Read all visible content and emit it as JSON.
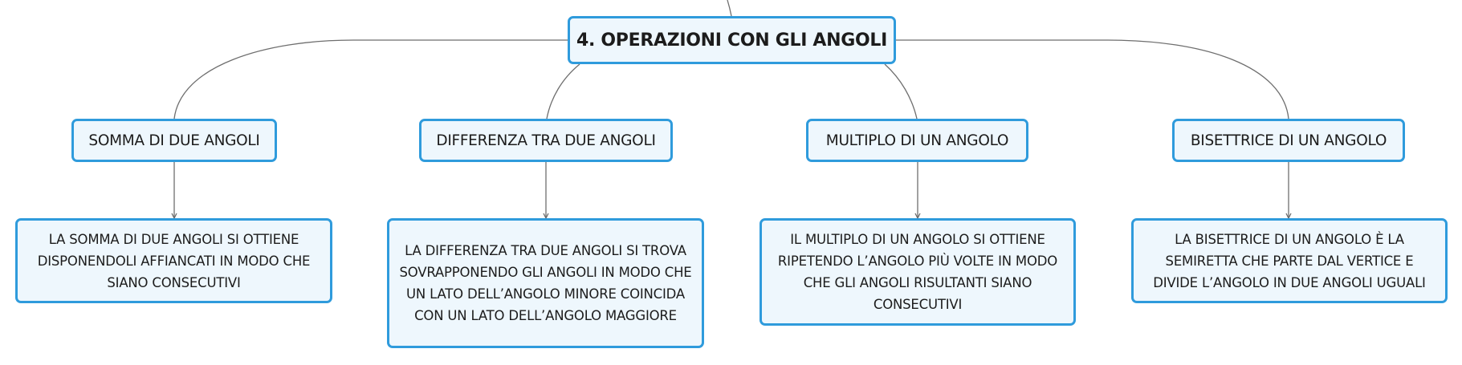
{
  "root": {
    "title": "4. OPERAZIONI CON GLI ANGOLI"
  },
  "branches": [
    {
      "label": "SOMMA DI DUE ANGOLI",
      "description": "LA SOMMA DI DUE ANGOLI SI OTTIENE DISPONENDOLI AFFIANCATI IN MODO CHE SIANO CONSECUTIVI"
    },
    {
      "label": "DIFFERENZA TRA DUE ANGOLI",
      "description": "LA DIFFERENZA TRA DUE ANGOLI SI TROVA SOVRAPPONENDO GLI ANGOLI IN MODO CHE UN LATO DELL’ANGOLO MINORE COINCIDA CON UN LATO DELL’ANGOLO MAGGIORE"
    },
    {
      "label": "MULTIPLO DI UN ANGOLO",
      "description": "IL MULTIPLO DI UN ANGOLO SI OTTIENE RIPETENDO L’ANGOLO PIÙ VOLTE IN MODO CHE GLI ANGOLI RISULTANTI SIANO CONSECUTIVI"
    },
    {
      "label": "BISETTRICE DI UN ANGOLO",
      "description": "LA BISETTRICE DI UN ANGOLO È LA SEMIRETTA CHE PARTE DAL VERTICE E DIVIDE L’ANGOLO IN DUE ANGOLI UGUALI"
    }
  ],
  "colors": {
    "node_border": "#2f9bdc",
    "node_fill": "#eef7fd",
    "connector": "#6e6e6e",
    "text": "#1c1c1c"
  }
}
